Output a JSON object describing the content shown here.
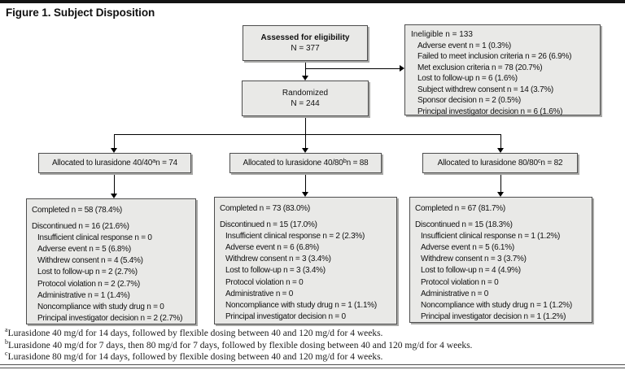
{
  "title": "Figure 1. Subject Disposition",
  "diagram": {
    "assessed": {
      "label": "Assessed for eligibility",
      "n": "N = 377"
    },
    "ineligible": {
      "title": "Ineligible n = 133",
      "items": [
        "Adverse event n = 1 (0.3%)",
        "Failed to meet inclusion criteria n = 26 (6.9%)",
        "Met exclusion criteria n = 78 (20.7%)",
        "Lost to follow-up n = 6 (1.6%)",
        "Subject withdrew consent n = 14 (3.7%)",
        "Sponsor decision n = 2 (0.5%)",
        "Principal investigator decision n = 6 (1.6%)"
      ]
    },
    "randomized": {
      "label": "Randomized",
      "n": "N = 244"
    },
    "arms": [
      {
        "allocation": "Allocated to lurasidone 40/40",
        "footnote_mark": "a",
        "allocation_n": " n = 74",
        "completed": "Completed n = 58 (78.4%)",
        "discontinued": "Discontinued n = 16 (21.6%)",
        "reasons": [
          "Insufficient clinical response n = 0",
          "Adverse event n = 5 (6.8%)",
          "Withdrew consent n = 4 (5.4%)",
          "Lost to follow-up n = 2 (2.7%)",
          "Protocol violation n = 2 (2.7%)",
          "Administrative n = 1 (1.4%)",
          "Noncompliance with study drug n = 0",
          "Principal investigator decision n = 2 (2.7%)"
        ]
      },
      {
        "allocation": "Allocated to lurasidone 40/80",
        "footnote_mark": "b",
        "allocation_n": " n = 88",
        "completed": "Completed n = 73 (83.0%)",
        "discontinued": "Discontinued n = 15 (17.0%)",
        "reasons": [
          "Insufficient clinical response n = 2 (2.3%)",
          "Adverse event n = 6 (6.8%)",
          "Withdrew consent n = 3 (3.4%)",
          "Lost to follow-up n = 3 (3.4%)",
          "Protocol violation n = 0",
          "Administrative n = 0",
          "Noncompliance with study drug n = 1 (1.1%)",
          "Principal investigator decision n = 0"
        ]
      },
      {
        "allocation": "Allocated to lurasidone 80/80",
        "footnote_mark": "c",
        "allocation_n": " n = 82",
        "completed": "Completed n = 67 (81.7%)",
        "discontinued": "Discontinued n = 15 (18.3%)",
        "reasons": [
          "Insufficient clinical response n = 1 (1.2%)",
          "Adverse event n = 5 (6.1%)",
          "Withdrew consent n = 3 (3.7%)",
          "Lost to follow-up n = 4 (4.9%)",
          "Protocol violation n = 0",
          "Administrative n = 0",
          "Noncompliance with study drug n = 1 (1.2%)",
          "Principal investigator decision n = 1 (1.2%)"
        ]
      }
    ]
  },
  "footnotes": [
    {
      "mark": "a",
      "text": "Lurasidone 40 mg/d for 14 days, followed by flexible dosing between 40 and 120 mg/d for 4 weeks."
    },
    {
      "mark": "b",
      "text": "Lurasidone 40 mg/d for 7 days, then 80 mg/d for 7 days, followed by flexible dosing between 40 and 120 mg/d for 4 weeks."
    },
    {
      "mark": "c",
      "text": "Lurasidone 80 mg/d for 14 days, followed by flexible dosing between 40 and 120 mg/d for 4 weeks."
    }
  ],
  "colors": {
    "box_fill": "#e9e9e7",
    "box_border": "#4d4d4d",
    "box_shadow": "#a9a9a7",
    "line": "#000000",
    "top_rule": "#141414"
  }
}
